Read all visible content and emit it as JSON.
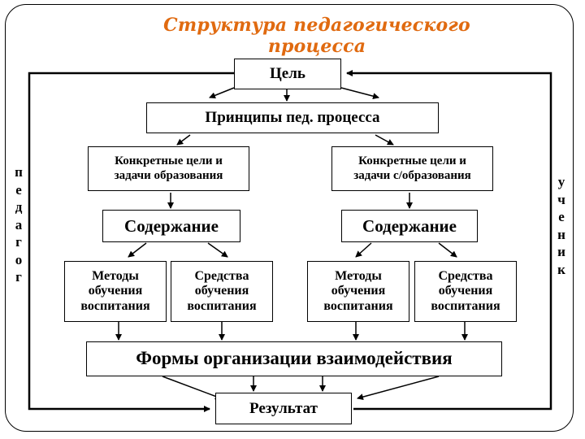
{
  "title": "Структура педагогического процесса",
  "nodes": {
    "goal": "Цель",
    "principles": "Принципы пед. процесса",
    "concrete_goals_left_line1": "Конкретные цели и",
    "concrete_goals_left_line2": "задачи образования",
    "concrete_goals_right_line1": "Конкретные цели и",
    "concrete_goals_right_line2": "задачи с/образования",
    "content_left": "Содержание",
    "content_right": "Содержание",
    "methods_left": [
      "Методы",
      "обучения",
      "воспитания"
    ],
    "means_left": [
      "Средства",
      "обучения",
      "воспитания"
    ],
    "methods_right": [
      "Методы",
      "обучения",
      "воспитания"
    ],
    "means_right": [
      "Средства",
      "обучения",
      "воспитания"
    ],
    "forms": "Формы организации взаимодействия",
    "result": "Результат"
  },
  "side_labels": {
    "left": [
      "п",
      "е",
      "д",
      "а",
      "г",
      "о",
      "г"
    ],
    "right": [
      "у",
      "ч",
      "е",
      "н",
      "и",
      "к"
    ]
  },
  "colors": {
    "title": "#e06a10",
    "lines": "#000000"
  }
}
